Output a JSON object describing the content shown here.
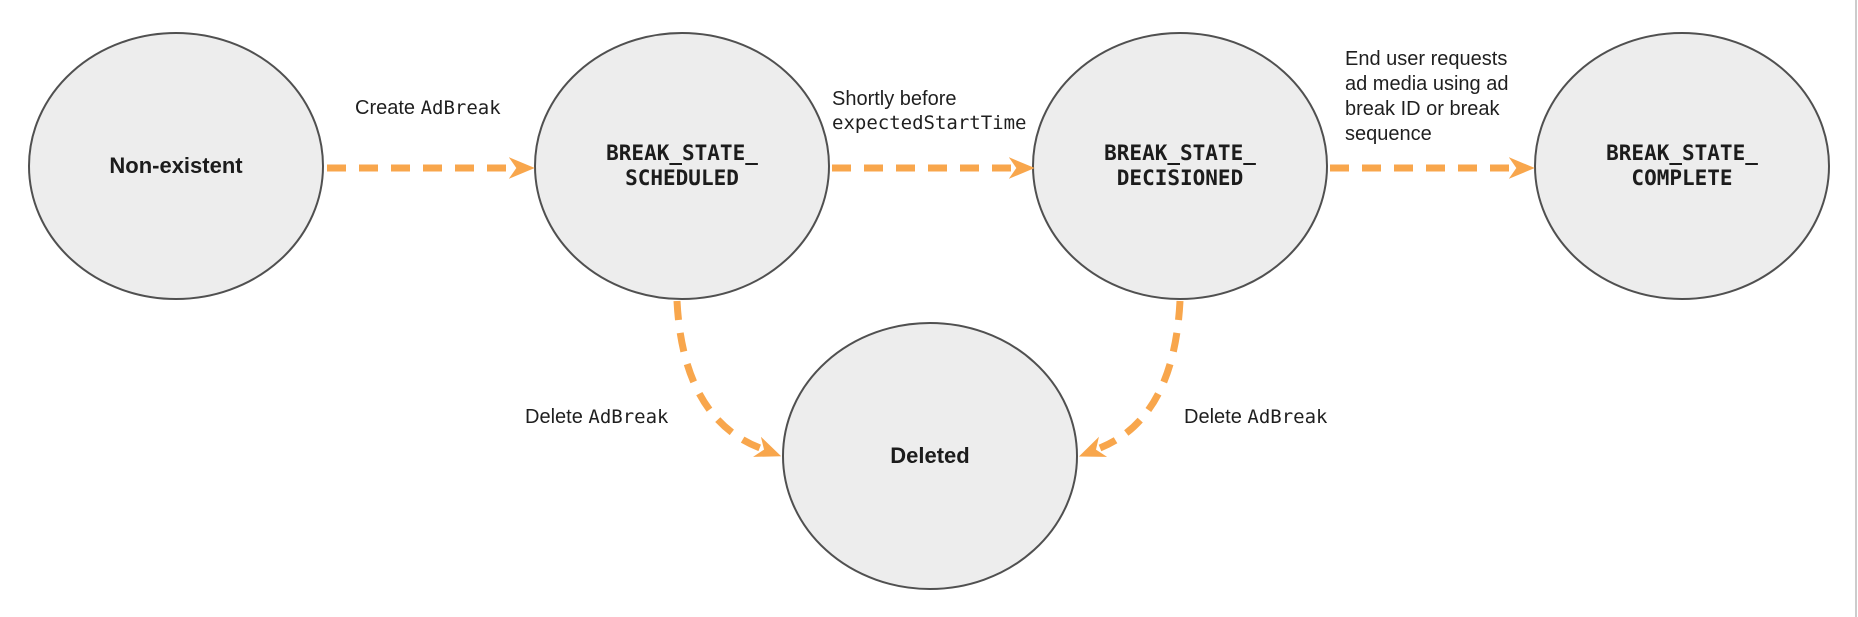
{
  "diagram": {
    "type": "state-diagram",
    "subject": "Ad break lifecycle states",
    "colors": {
      "node_fill": "#EDEDED",
      "node_stroke": "#505050",
      "arrow_orange": "#F8A64C",
      "text": "#1F1F1F",
      "page_border": "#CCCCCC"
    },
    "nodes": [
      {
        "id": "non-existent",
        "label": "Non-existent"
      },
      {
        "id": "break-state-scheduled",
        "line1": "BREAK_STATE_",
        "line2": "SCHEDULED"
      },
      {
        "id": "break-state-decisioned",
        "line1": "BREAK_STATE_",
        "line2": "DECISIONED"
      },
      {
        "id": "break-state-complete",
        "line1": "BREAK_STATE_",
        "line2": "COMPLETE"
      },
      {
        "id": "deleted",
        "label": "Deleted"
      }
    ],
    "edges": [
      {
        "from": "non-existent",
        "to": "break-state-scheduled",
        "label_plain": "Create ",
        "label_code": "AdBreak"
      },
      {
        "from": "break-state-scheduled",
        "to": "break-state-decisioned",
        "label_plain": "Shortly before",
        "label_code": "expectedStartTime"
      },
      {
        "from": "break-state-decisioned",
        "to": "break-state-complete",
        "label_lines": [
          "End user requests",
          "ad media using ad",
          "break ID or break",
          "sequence"
        ]
      },
      {
        "from": "break-state-scheduled",
        "to": "deleted",
        "label_plain": "Delete ",
        "label_code": "AdBreak"
      },
      {
        "from": "break-state-decisioned",
        "to": "deleted",
        "label_plain": "Delete ",
        "label_code": "AdBreak"
      }
    ]
  }
}
